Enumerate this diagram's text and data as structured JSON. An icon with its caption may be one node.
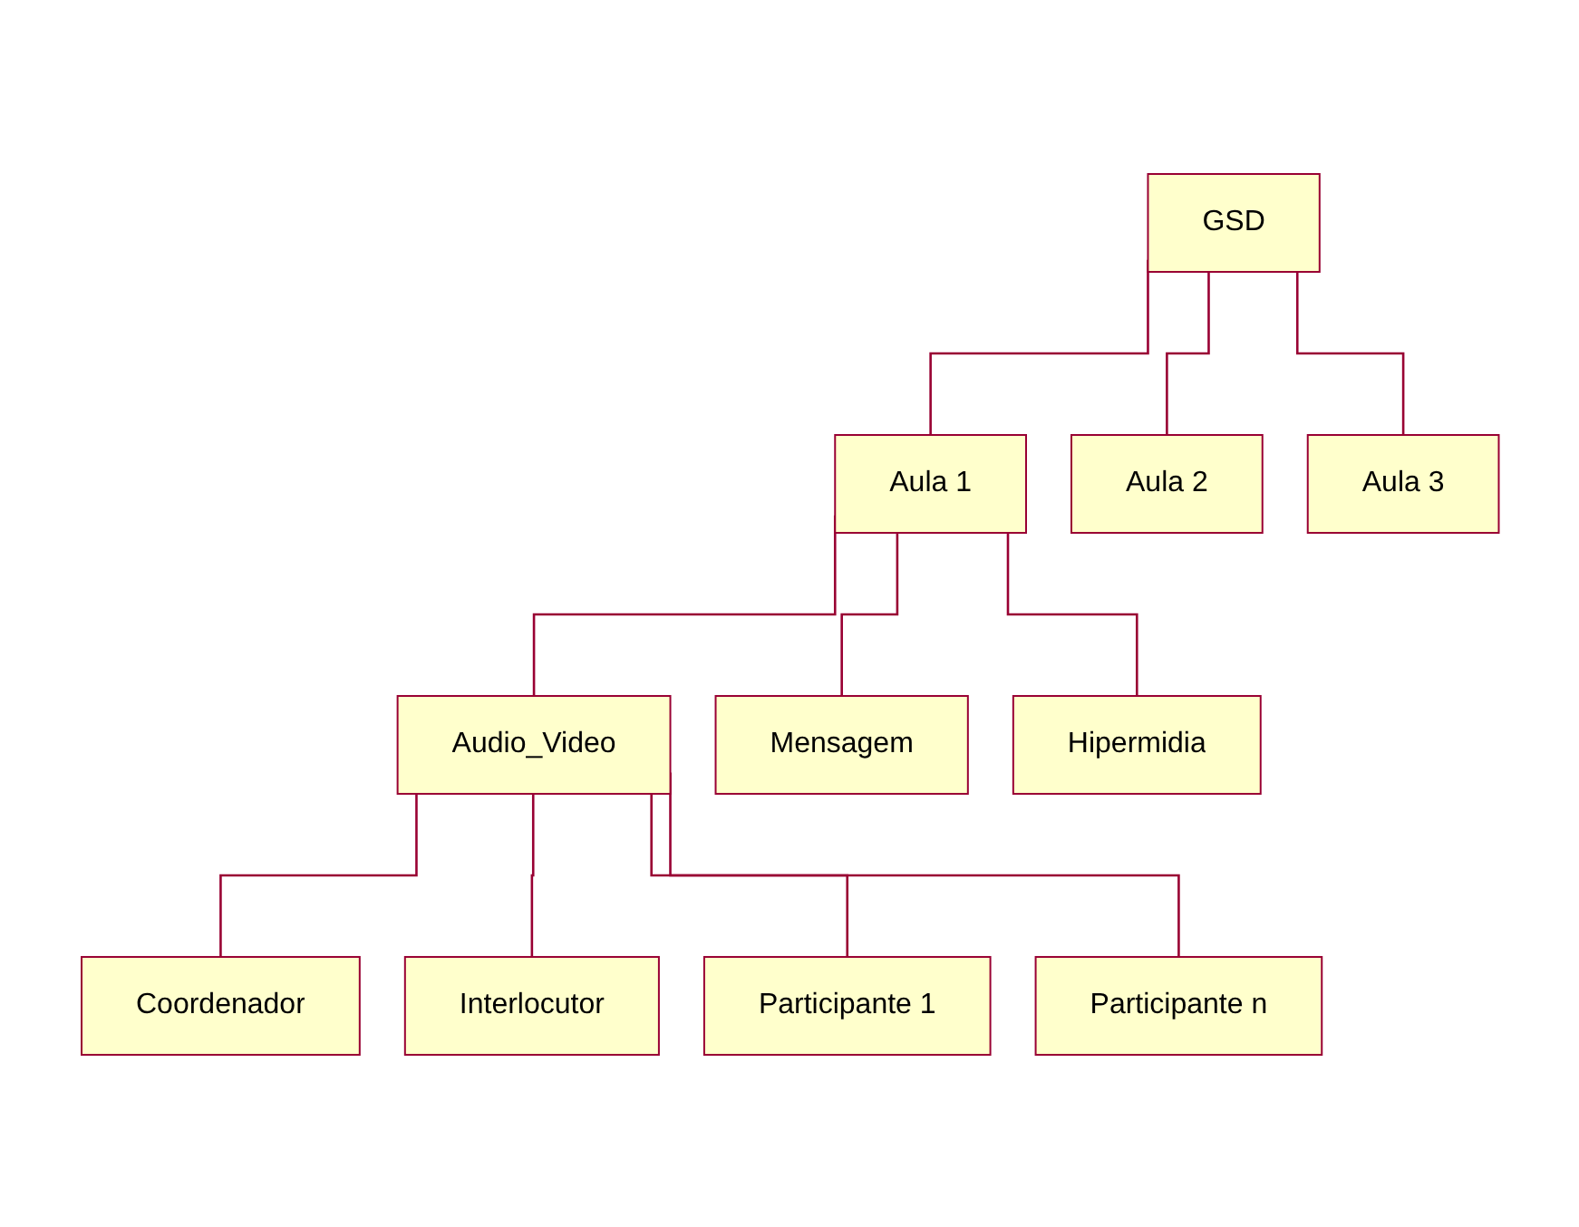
{
  "diagram": {
    "nodes": [
      {
        "text": [
          "Coordenador"
        ]
      },
      {
        "text": [
          "Audio_Video"
        ]
      },
      {
        "text": [
          "Interlocutor"
        ]
      },
      {
        "text": [
          "Aula 1"
        ]
      },
      {
        "text": [
          "Mensagem"
        ]
      },
      {
        "text": [
          "Participante 1"
        ]
      },
      {
        "text": [
          "GSD"
        ]
      },
      {
        "text": [
          "Aula 2"
        ]
      },
      {
        "text": [
          "Hipermidia"
        ]
      },
      {
        "text": [
          "Participante n"
        ]
      },
      {
        "text": [
          "Aula 3"
        ]
      }
    ],
    "edges": [
      {
        "from": 6,
        "to": 3,
        "arrow": "none"
      },
      {
        "from": 6,
        "to": 7,
        "arrow": "none"
      },
      {
        "from": 6,
        "to": 10,
        "arrow": "none"
      },
      {
        "from": 3,
        "to": 1,
        "arrow": "none"
      },
      {
        "from": 3,
        "to": 4,
        "arrow": "none"
      },
      {
        "from": 3,
        "to": 8,
        "arrow": "none"
      },
      {
        "from": 1,
        "to": 0,
        "arrow": "none"
      },
      {
        "from": 1,
        "to": 2,
        "arrow": "none"
      },
      {
        "from": 1,
        "to": 5,
        "arrow": "none"
      },
      {
        "from": 1,
        "to": 9,
        "arrow": "none"
      }
    ]
  }
}
